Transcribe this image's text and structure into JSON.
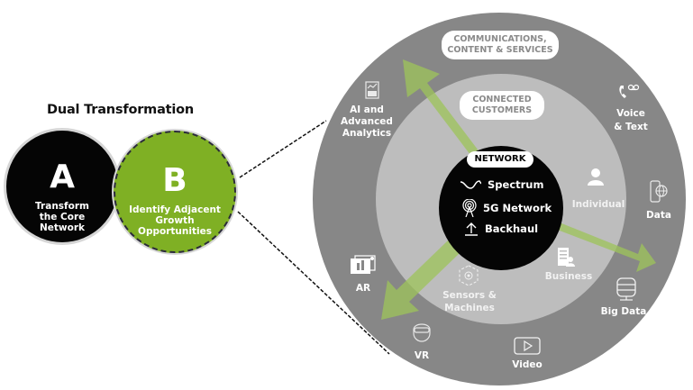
{
  "left": {
    "title": "Dual Transformation",
    "circle_a": {
      "letter": "A",
      "label_lines": [
        "Transform",
        "the Core",
        "Network"
      ]
    },
    "circle_b": {
      "letter": "B",
      "label_lines": [
        "Identify Adjacent",
        "Growth",
        "Opportunities"
      ]
    }
  },
  "wheel": {
    "outer_pill": [
      "COMMUNICATIONS,",
      "CONTENT & SERVICES"
    ],
    "inner_pill": [
      "CONNECTED",
      "CUSTOMERS"
    ],
    "network": {
      "pill": "NETWORK",
      "items": [
        {
          "icon": "spectrum-wave-icon",
          "label": "Spectrum"
        },
        {
          "icon": "5g-antenna-icon",
          "label": "5G Network"
        },
        {
          "icon": "backhaul-upload-icon",
          "label": "Backhaul"
        }
      ]
    },
    "customers": {
      "individual": "Individual",
      "business": "Business",
      "sensors": [
        "Sensors &",
        "Machines"
      ]
    },
    "services": {
      "ai": [
        "AI and",
        "Advanced",
        "Analytics"
      ],
      "voice": [
        "Voice",
        "& Text"
      ],
      "data": "Data",
      "big_data": "Big Data",
      "video": "Video",
      "vr": "VR",
      "ar": "AR"
    }
  },
  "colors": {
    "outer_ring": "#878787",
    "inner_ring": "#bdbdbd",
    "core": "#050505",
    "green": "#7fb024",
    "arrow_green": "#9dc45a"
  }
}
